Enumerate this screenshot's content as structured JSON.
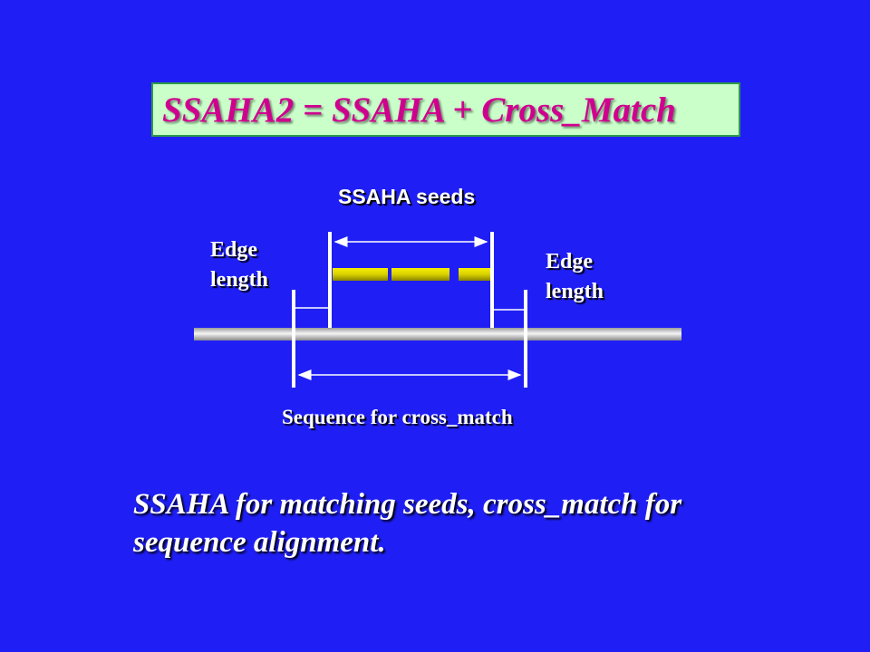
{
  "title": "SSAHA2 = SSAHA + Cross_Match",
  "diagram": {
    "seeds_label": "SSAHA seeds",
    "edge_left_line1": "Edge",
    "edge_left_line2": "length",
    "edge_right_line1": "Edge",
    "edge_right_line2": "length",
    "sequence_label": "Sequence for cross_match"
  },
  "caption": {
    "line1": "SSAHA for matching seeds, cross_match for",
    "line2": "sequence alignment."
  },
  "colors": {
    "background": "#1f1ff5",
    "title_box": "#caffca",
    "title_text": "#d0008f",
    "seed": "#e6e000",
    "label_text": "#ffffff"
  }
}
